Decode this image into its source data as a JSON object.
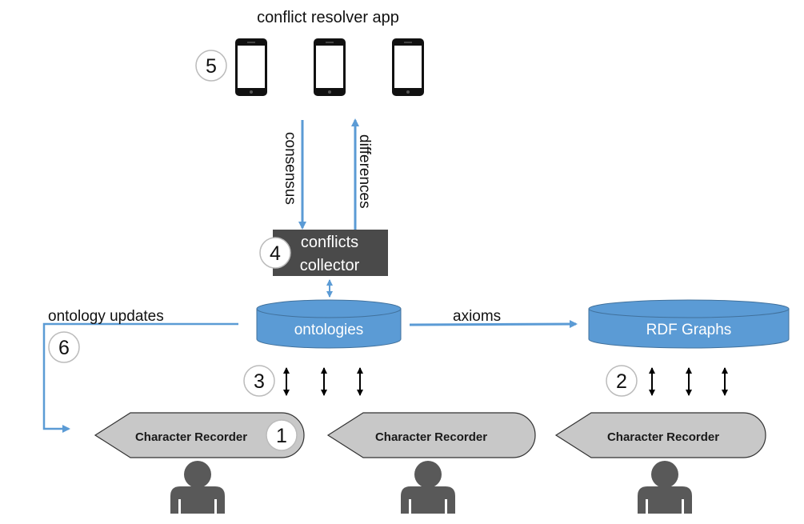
{
  "app": {
    "title": "conflict resolver app"
  },
  "edges": {
    "consensus": "consensus",
    "differences": "differences",
    "ontology_updates": "ontology updates",
    "axioms": "axioms"
  },
  "collector": {
    "line1": "conflicts",
    "line2": "collector"
  },
  "stores": {
    "ontologies": "ontologies",
    "rdf_graphs": "RDF Graphs"
  },
  "recorders": [
    {
      "label": "Character Recorder"
    },
    {
      "label": "Character Recorder"
    },
    {
      "label": "Character Recorder"
    }
  ],
  "badges": [
    "1",
    "2",
    "3",
    "4",
    "5",
    "6"
  ],
  "colors": {
    "accent_blue": "#5b9bd5",
    "dark_box": "#4a4a4a",
    "recorder_fill": "#c8c8c8",
    "person": "#595959"
  }
}
